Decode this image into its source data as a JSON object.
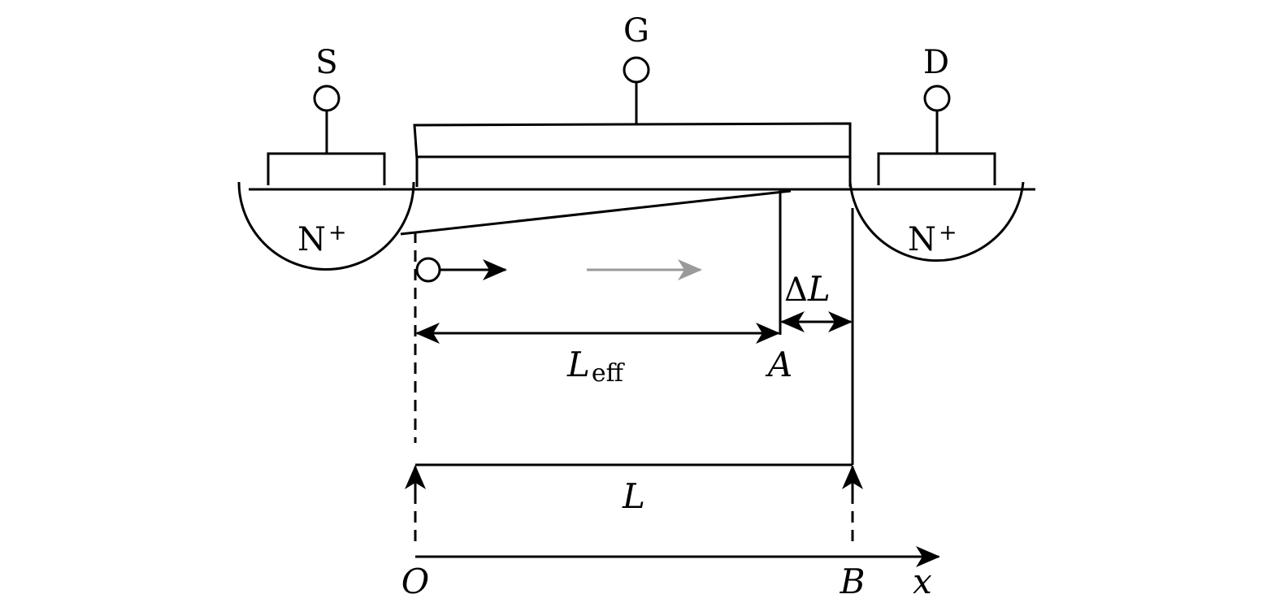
{
  "terminals": {
    "source": "S",
    "gate": "G",
    "drain": "D"
  },
  "regions": {
    "source_doping": "N",
    "drain_doping": "N",
    "doping_sign": "+"
  },
  "dimensions": {
    "effective_length_symbol": "L",
    "effective_length_subscript": "eff",
    "delta_symbol": "Δ",
    "delta_length_symbol": "L",
    "channel_length": "L"
  },
  "points": {
    "pinch_off": "A",
    "origin": "O",
    "drain_edge": "B"
  },
  "axis": {
    "label": "x"
  },
  "colors": {
    "line": "#000000",
    "faded_arrow": "#9a9a9a",
    "background": "#ffffff"
  },
  "icons": {
    "terminal": "circle-terminal-icon",
    "carrier": "electron-circle-icon"
  }
}
